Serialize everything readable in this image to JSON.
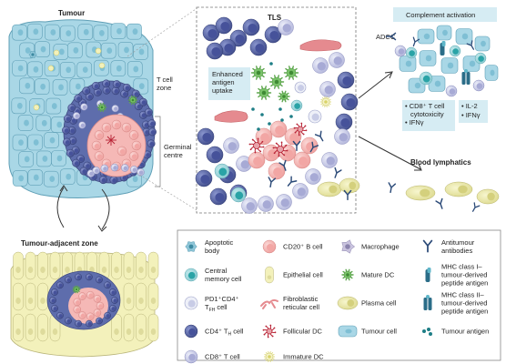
{
  "panels": {
    "tumour_title": "Tumour",
    "tumour_adjacent_title": "Tumour-adjacent zone",
    "tls_title": "TLS",
    "t_cell_zone": [
      "T cell",
      "zone"
    ],
    "germinal_centre": [
      "Germinal",
      "centre"
    ],
    "enhanced_antigen_uptake": [
      "Enhanced",
      "antigen",
      "uptake"
    ]
  },
  "right": {
    "complement_activation": "Complement activation",
    "adcc": "ADCC",
    "cd8_effects": [
      "• CD8⁺ T cell",
      "cytotoxicity",
      "• IFNγ"
    ],
    "cytokines": [
      "• IL-2",
      "• IFNγ"
    ],
    "blood_lymphatics": "Blood lymphatics"
  },
  "legend": [
    {
      "icon": "apoptotic-body-icon",
      "lines": [
        "Apoptotic",
        "body"
      ]
    },
    {
      "icon": "cd20-b-cell-icon",
      "lines": [
        "CD20⁺ B cell"
      ]
    },
    {
      "icon": "macrophage-icon",
      "lines": [
        "Macrophage"
      ]
    },
    {
      "icon": "antitumour-antibody-icon",
      "lines": [
        "Antitumour",
        "antibodies"
      ]
    },
    {
      "icon": "central-memory-cell-icon",
      "lines": [
        "Central",
        "memory cell"
      ]
    },
    {
      "icon": "epithelial-cell-icon",
      "lines": [
        "Epithelial cell"
      ]
    },
    {
      "icon": "mature-dc-icon",
      "lines": [
        "Mature DC"
      ]
    },
    {
      "icon": "mhc-class-1-icon",
      "lines": [
        "MHC class I–",
        "tumour-derived",
        "peptide antigen"
      ]
    },
    {
      "icon": "pd1-cd4-tfh-cell-icon",
      "lines": [
        "PD1⁺CD4⁺",
        "T",
        "cell"
      ],
      "sub": "FH"
    },
    {
      "icon": "fibroblastic-reticular-cell-icon",
      "lines": [
        "Fibroblastic",
        "reticular cell"
      ]
    },
    {
      "icon": "cd4-th-cell-icon",
      "lines": [
        "CD4⁺ T",
        "cell"
      ],
      "sub": "H"
    },
    {
      "icon": "follicular-dc-icon",
      "lines": [
        "Follicular DC"
      ]
    },
    {
      "icon": "plasma-cell-icon",
      "lines": [
        "Plasma cell"
      ]
    },
    {
      "icon": "mhc-class-2-icon",
      "lines": [
        "MHC class II–",
        "tumour-derived",
        "peptide antigen"
      ]
    },
    {
      "icon": "cd8-t-cell-icon",
      "lines": [
        "CD8⁺ T cell"
      ]
    },
    {
      "icon": "immature-dc-icon",
      "lines": [
        "Immature DC"
      ]
    },
    {
      "icon": "tumour-cell-icon",
      "lines": [
        "Tumour cell"
      ]
    },
    {
      "icon": "tumour-antigen-icon",
      "lines": [
        "Tumour antigen"
      ]
    }
  ],
  "colors": {
    "tumour_cell": "#a9d7e6",
    "tumour_cell_stroke": "#5f9fb6",
    "b_cell": "#f5b8b6",
    "cd4_cell": "#5e6dac",
    "cd8_cell": "#c9cbe6",
    "epithelial": "#f3f1bb",
    "plasma": "#e8e6a3",
    "memory": "#2aa3a6",
    "mature_dc": "#7ac36a",
    "frc": "#e58a8f",
    "fdc": "#b82335",
    "antibody": "#2b4a78",
    "antigen": "#1e7e86",
    "info_box": "#d6ecf3"
  }
}
